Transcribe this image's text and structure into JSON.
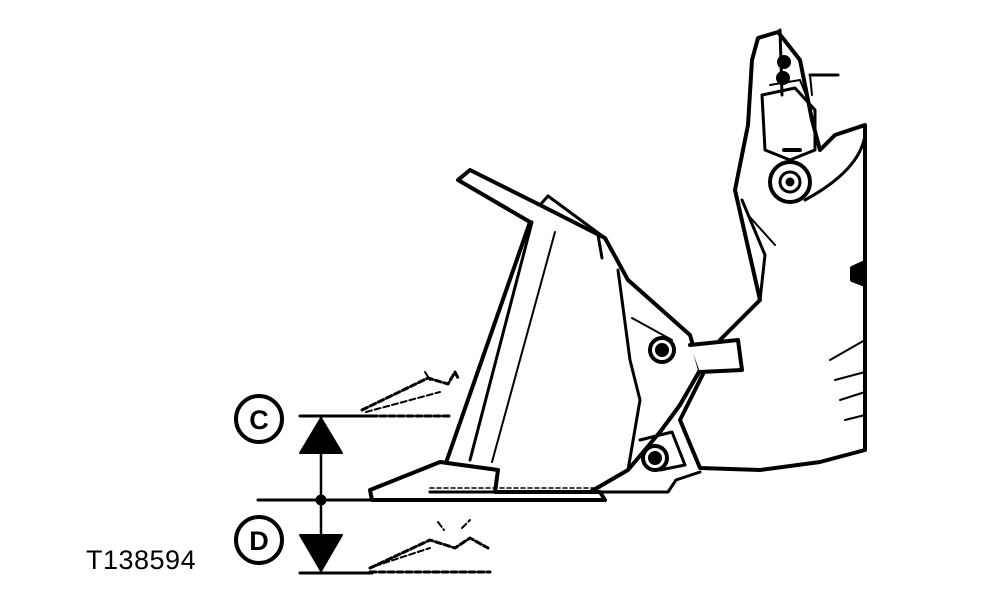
{
  "figure": {
    "id_label": "T138594",
    "callouts": [
      {
        "letter": "C",
        "meaning": ""
      },
      {
        "letter": "D",
        "meaning": ""
      }
    ]
  }
}
